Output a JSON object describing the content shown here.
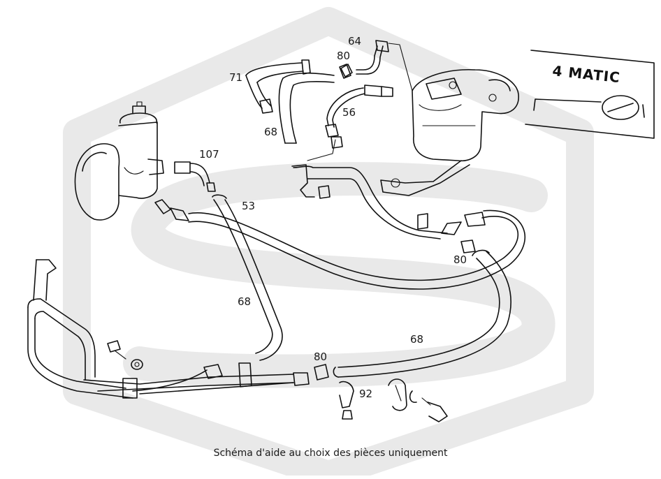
{
  "diagram": {
    "badge": {
      "model_text": "4 MATIC"
    },
    "callouts": [
      {
        "id": "c64",
        "text": "64"
      },
      {
        "id": "c80a",
        "text": "80"
      },
      {
        "id": "c71",
        "text": "71"
      },
      {
        "id": "c56",
        "text": "56"
      },
      {
        "id": "c68a",
        "text": "68"
      },
      {
        "id": "c107",
        "text": "107"
      },
      {
        "id": "c53",
        "text": "53"
      },
      {
        "id": "c80b",
        "text": "80"
      },
      {
        "id": "c68b",
        "text": "68"
      },
      {
        "id": "c68c",
        "text": "68"
      },
      {
        "id": "c80c",
        "text": "80"
      },
      {
        "id": "c92",
        "text": "92"
      }
    ],
    "caption": "Schéma d'aide au choix des pièces uniquement"
  }
}
